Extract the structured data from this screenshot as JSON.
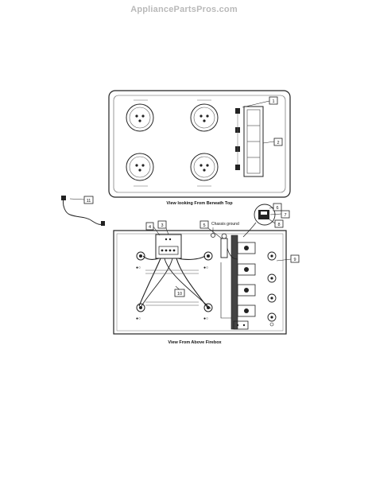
{
  "watermark": "AppliancePartsPros.com",
  "top_view": {
    "caption": "View looking From Beneath Top"
  },
  "bottom_view": {
    "caption": "View From Above Firebox",
    "chassis_label": "Chassis ground"
  },
  "callouts": [
    "1",
    "2",
    "3",
    "4",
    "5",
    "6",
    "7",
    "8",
    "9",
    "10",
    "11"
  ]
}
